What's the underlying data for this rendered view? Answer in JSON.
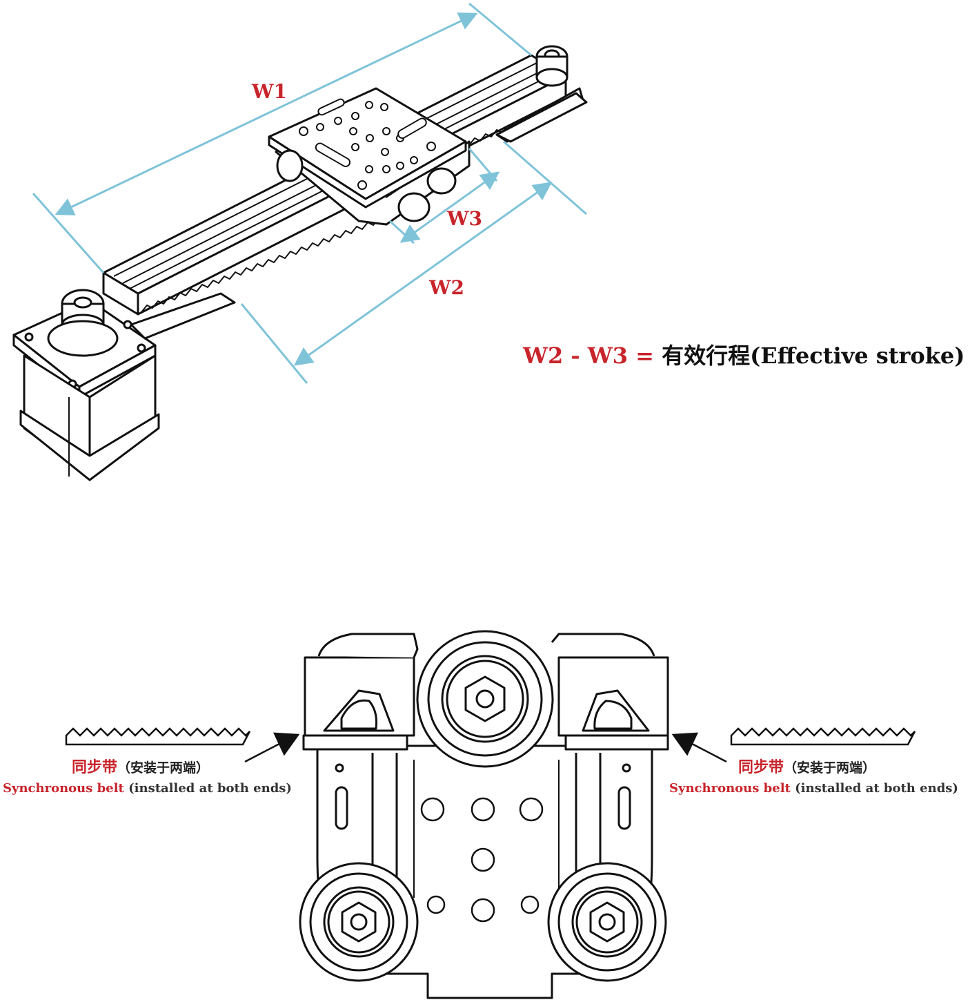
{
  "colors": {
    "dimension_line": "#7fc3d9",
    "label_red": "#c8242b",
    "ink": "#111111"
  },
  "dimensions": {
    "w1": "W1",
    "w2": "W2",
    "w3": "W3"
  },
  "formula": {
    "lhs_w2": "W2",
    "minus": " - ",
    "lhs_w3": "W3",
    "equals": " = ",
    "result_zh": "有效行程",
    "result_en": "(Effective stroke)"
  },
  "belt_left": {
    "zh": "同步带",
    "zh_note": "（安装于两端）",
    "en": "Synchronous belt",
    "en_note": " (installed at both ends)"
  },
  "belt_right": {
    "zh": "同步带",
    "zh_note": "（安装于两端）",
    "en": "Synchronous belt",
    "en_note": " (installed at both ends)"
  }
}
